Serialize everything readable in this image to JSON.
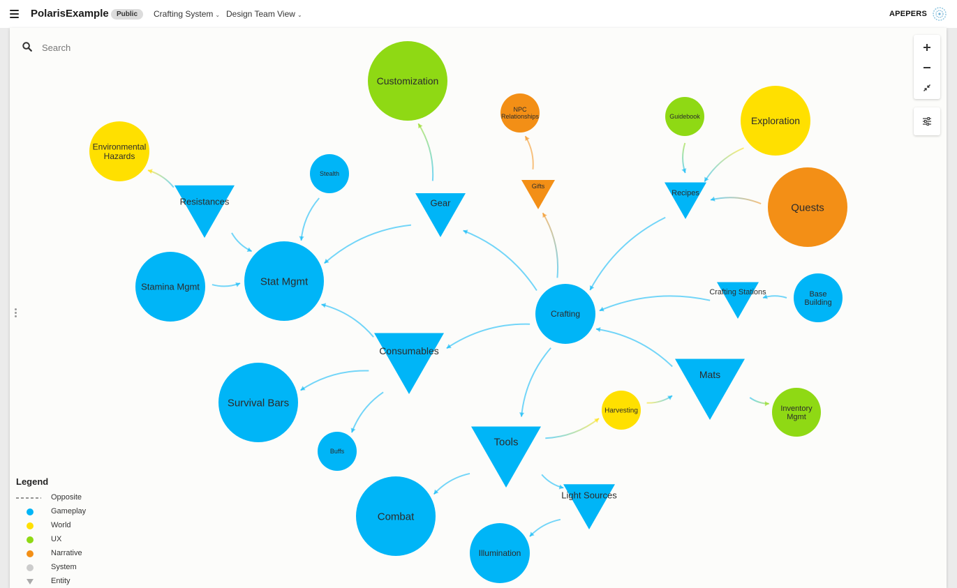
{
  "header": {
    "app_title": "PolarisExample",
    "visibility_badge": "Public",
    "project_dropdown": "Crafting System",
    "view_dropdown": "Design Team View",
    "brand": "APEPERS",
    "icons": [
      "hamburger-menu-icon",
      "chevron-down-icon",
      "brand-logo-icon"
    ]
  },
  "search": {
    "placeholder": "Search",
    "value": "",
    "icon": "search-icon"
  },
  "controls": {
    "zoom_in_icon": "plus-icon",
    "zoom_out_icon": "minus-icon",
    "fit_icon": "collapse-arrows-icon",
    "settings_icon": "sliders-icon"
  },
  "legend": {
    "title": "Legend",
    "items": [
      {
        "label": "Opposite",
        "type": "dashed",
        "color": "#555555"
      },
      {
        "label": "Gameplay",
        "type": "dot",
        "color": "#00b5f7"
      },
      {
        "label": "World",
        "type": "dot",
        "color": "#ffe000"
      },
      {
        "label": "UX",
        "type": "dot",
        "color": "#8fd914"
      },
      {
        "label": "Narrative",
        "type": "dot",
        "color": "#f38f16"
      },
      {
        "label": "System",
        "type": "dot",
        "color": "#cccccc"
      },
      {
        "label": "Entity",
        "type": "triangle",
        "color": "#aaaaaa"
      }
    ]
  },
  "graph": {
    "nodes": [
      {
        "id": "customization",
        "label": "Customization",
        "shape": "circle",
        "category": "UX"
      },
      {
        "id": "environmental-hazards",
        "label": "Environmental Hazards",
        "shape": "circle",
        "category": "World"
      },
      {
        "id": "stealth",
        "label": "Stealth",
        "shape": "circle",
        "category": "Gameplay"
      },
      {
        "id": "resistances",
        "label": "Resistances",
        "shape": "triangle",
        "category": "Gameplay"
      },
      {
        "id": "gear",
        "label": "Gear",
        "shape": "triangle",
        "category": "Gameplay"
      },
      {
        "id": "npc-relationships",
        "label": "NPC Relationships",
        "shape": "circle",
        "category": "Narrative"
      },
      {
        "id": "gifts",
        "label": "Gifts",
        "shape": "triangle",
        "category": "Narrative"
      },
      {
        "id": "guidebook",
        "label": "Guidebook",
        "shape": "circle",
        "category": "UX"
      },
      {
        "id": "exploration",
        "label": "Exploration",
        "shape": "circle",
        "category": "World"
      },
      {
        "id": "recipes",
        "label": "Recipes",
        "shape": "triangle",
        "category": "Gameplay"
      },
      {
        "id": "quests",
        "label": "Quests",
        "shape": "circle",
        "category": "Narrative"
      },
      {
        "id": "stamina-mgmt",
        "label": "Stamina Mgmt",
        "shape": "circle",
        "category": "Gameplay"
      },
      {
        "id": "stat-mgmt",
        "label": "Stat Mgmt",
        "shape": "circle",
        "category": "Gameplay"
      },
      {
        "id": "crafting",
        "label": "Crafting",
        "shape": "circle",
        "category": "Gameplay"
      },
      {
        "id": "crafting-stations",
        "label": "Crafting Stations",
        "shape": "triangle",
        "category": "Gameplay"
      },
      {
        "id": "base-building",
        "label": "Base Building",
        "shape": "circle",
        "category": "Gameplay"
      },
      {
        "id": "consumables",
        "label": "Consumables",
        "shape": "triangle",
        "category": "Gameplay"
      },
      {
        "id": "survival-bars",
        "label": "Survival Bars",
        "shape": "circle",
        "category": "Gameplay"
      },
      {
        "id": "buffs",
        "label": "Buffs",
        "shape": "circle",
        "category": "Gameplay"
      },
      {
        "id": "mats",
        "label": "Mats",
        "shape": "triangle",
        "category": "Gameplay"
      },
      {
        "id": "harvesting",
        "label": "Harvesting",
        "shape": "circle",
        "category": "World"
      },
      {
        "id": "inventory-mgmt",
        "label": "Inventory Mgmt",
        "shape": "circle",
        "category": "UX"
      },
      {
        "id": "tools",
        "label": "Tools",
        "shape": "triangle",
        "category": "Gameplay"
      },
      {
        "id": "combat",
        "label": "Combat",
        "shape": "circle",
        "category": "Gameplay"
      },
      {
        "id": "light-sources",
        "label": "Light Sources",
        "shape": "triangle",
        "category": "Gameplay"
      },
      {
        "id": "illumination",
        "label": "Illumination",
        "shape": "circle",
        "category": "Gameplay"
      }
    ],
    "edges": [
      {
        "from": "gear",
        "to": "customization"
      },
      {
        "from": "resistances",
        "to": "environmental-hazards"
      },
      {
        "from": "resistances",
        "to": "stat-mgmt"
      },
      {
        "from": "stealth",
        "to": "stat-mgmt"
      },
      {
        "from": "stamina-mgmt",
        "to": "stat-mgmt"
      },
      {
        "from": "gear",
        "to": "stat-mgmt"
      },
      {
        "from": "consumables",
        "to": "stat-mgmt"
      },
      {
        "from": "gifts",
        "to": "npc-relationships"
      },
      {
        "from": "crafting",
        "to": "gifts"
      },
      {
        "from": "guidebook",
        "to": "recipes"
      },
      {
        "from": "exploration",
        "to": "recipes"
      },
      {
        "from": "quests",
        "to": "recipes"
      },
      {
        "from": "recipes",
        "to": "crafting"
      },
      {
        "from": "crafting-stations",
        "to": "crafting"
      },
      {
        "from": "base-building",
        "to": "crafting-stations"
      },
      {
        "from": "crafting",
        "to": "gear"
      },
      {
        "from": "crafting",
        "to": "consumables"
      },
      {
        "from": "mats",
        "to": "crafting"
      },
      {
        "from": "crafting",
        "to": "tools"
      },
      {
        "from": "consumables",
        "to": "survival-bars"
      },
      {
        "from": "consumables",
        "to": "buffs"
      },
      {
        "from": "harvesting",
        "to": "mats"
      },
      {
        "from": "tools",
        "to": "harvesting"
      },
      {
        "from": "mats",
        "to": "inventory-mgmt"
      },
      {
        "from": "tools",
        "to": "combat"
      },
      {
        "from": "tools",
        "to": "light-sources"
      },
      {
        "from": "light-sources",
        "to": "illumination"
      }
    ]
  },
  "category_colors": {
    "Gameplay": "#00b5f7",
    "World": "#ffe000",
    "UX": "#8fd914",
    "Narrative": "#f38f16",
    "System": "#cccccc"
  }
}
